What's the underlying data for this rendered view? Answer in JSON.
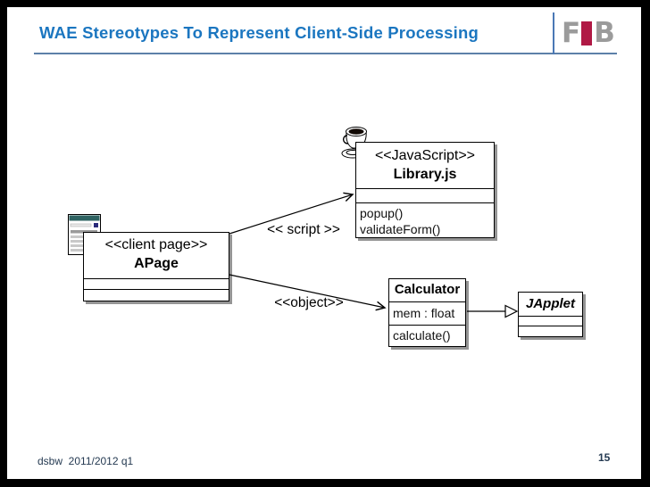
{
  "slide": {
    "title": "WAE Stereotypes To Represent Client-Side Processing",
    "footer_left": "dsbw  2011/2012 q1",
    "page_number": "15",
    "logo": {
      "f": "F",
      "b": "B"
    }
  },
  "colors": {
    "title_blue": "#1b76c0",
    "title_rule": "#5c80a8",
    "logo_gray": "#9b9b9b",
    "logo_red": "#b01945",
    "footer_text": "#253a52",
    "box_border": "#000000",
    "box_shadow": "#828282"
  },
  "icons": {
    "client_page_marker": "browser-window-icon",
    "javascript_marker": "coffee-cup-icon"
  },
  "diagram": {
    "classes": [
      {
        "id": "client_page",
        "stereotype": "<<client page>>",
        "name": "APage",
        "attributes": [],
        "operations": []
      },
      {
        "id": "library_js",
        "stereotype": "<<JavaScript>>",
        "name": "Library.js",
        "attributes": [],
        "operations": [
          "popup()",
          "validateForm()"
        ]
      },
      {
        "id": "calculator",
        "stereotype": "",
        "name": "Calculator",
        "attributes": [
          "mem : float"
        ],
        "operations": [
          "calculate()"
        ]
      },
      {
        "id": "japplet",
        "stereotype": "",
        "name": "JApplet",
        "attributes": [],
        "operations": []
      }
    ],
    "connectors": [
      {
        "from": "APage",
        "to": "Library.js",
        "type": "dependency",
        "label": "<< script >>"
      },
      {
        "from": "APage",
        "to": "Calculator",
        "type": "dependency",
        "label": "<<object>>"
      },
      {
        "from": "Calculator",
        "to": "JApplet",
        "type": "generalization",
        "label": ""
      }
    ]
  }
}
